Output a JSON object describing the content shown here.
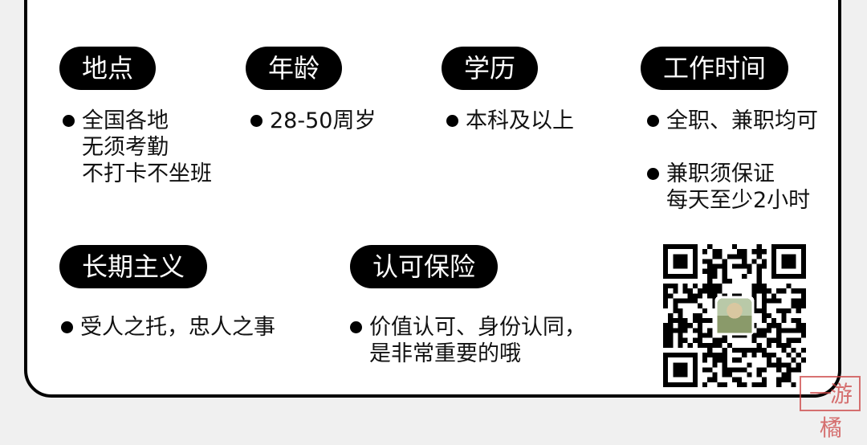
{
  "sections": {
    "location": {
      "title": "地点",
      "lines": [
        "全国各地",
        "无须考勤",
        "不打卡不坐班"
      ]
    },
    "age": {
      "title": "年龄",
      "lines": [
        "28-50周岁"
      ]
    },
    "education": {
      "title": "学历",
      "lines": [
        "本科及以上"
      ]
    },
    "work_time": {
      "title": "工作时间",
      "item1_lines": [
        "全职、兼职均可"
      ],
      "item2_lines": [
        "兼职须保证",
        "每天至少2小时"
      ]
    },
    "long_term": {
      "title": "长期主义",
      "lines": [
        "受人之托，忠人之事"
      ]
    },
    "insurance": {
      "title": "认可保险",
      "lines": [
        "价值认可、身份认同，",
        "是非常重要的哦"
      ]
    }
  },
  "watermark": {
    "text": "一游橘"
  },
  "colors": {
    "accent": "#000000",
    "card": "#ffffff",
    "background": "#f0f0f0",
    "stamp": "#cc4444"
  },
  "icons": {
    "qr": "qr-code-icon"
  }
}
